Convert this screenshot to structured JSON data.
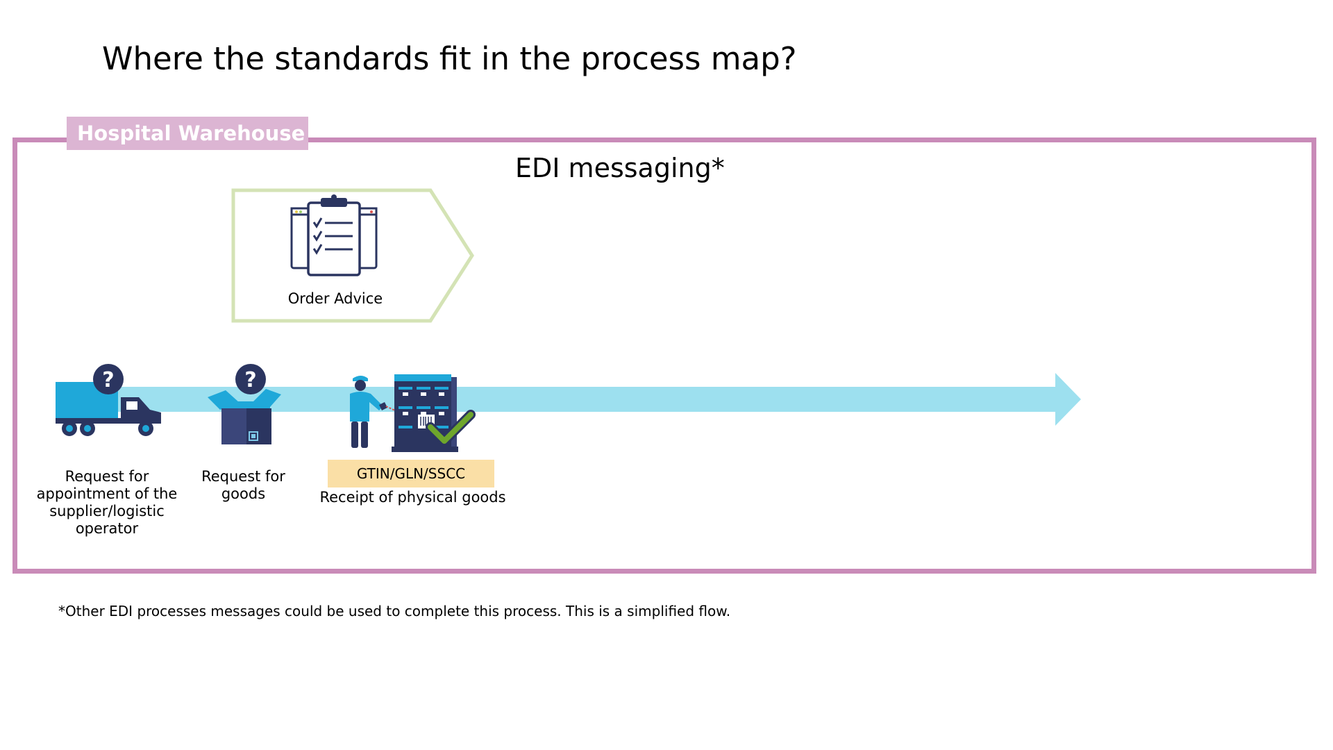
{
  "title": "Where the standards fit in the process map?",
  "frame": {
    "tab_label": "Hospital Warehouse",
    "heading": "EDI messaging*"
  },
  "message": {
    "label": "Order Advice",
    "icon": "clipboard-checklist-icon"
  },
  "steps": [
    {
      "label": "Request for appointment of the supplier/logistic operator",
      "icon": "truck-question-icon"
    },
    {
      "label": "Request for goods",
      "icon": "box-question-icon"
    },
    {
      "label": "Receipt of physical goods",
      "icon": "scanning-pallet-check-icon",
      "standards": "GTIN/GLN/SSCC"
    }
  ],
  "footnote": "*Other EDI processes messages could be used to complete this process. This is a simplified flow.",
  "colors": {
    "frame": "#c98bb8",
    "tab": "#dcb5d3",
    "flow_arrow": "#9de0ef",
    "message_border": "#d4e3b5",
    "dark_navy": "#2b3560",
    "icon_blue": "#1fa8d9",
    "badge": "#fadfa6",
    "check_green": "#6ea62c"
  }
}
